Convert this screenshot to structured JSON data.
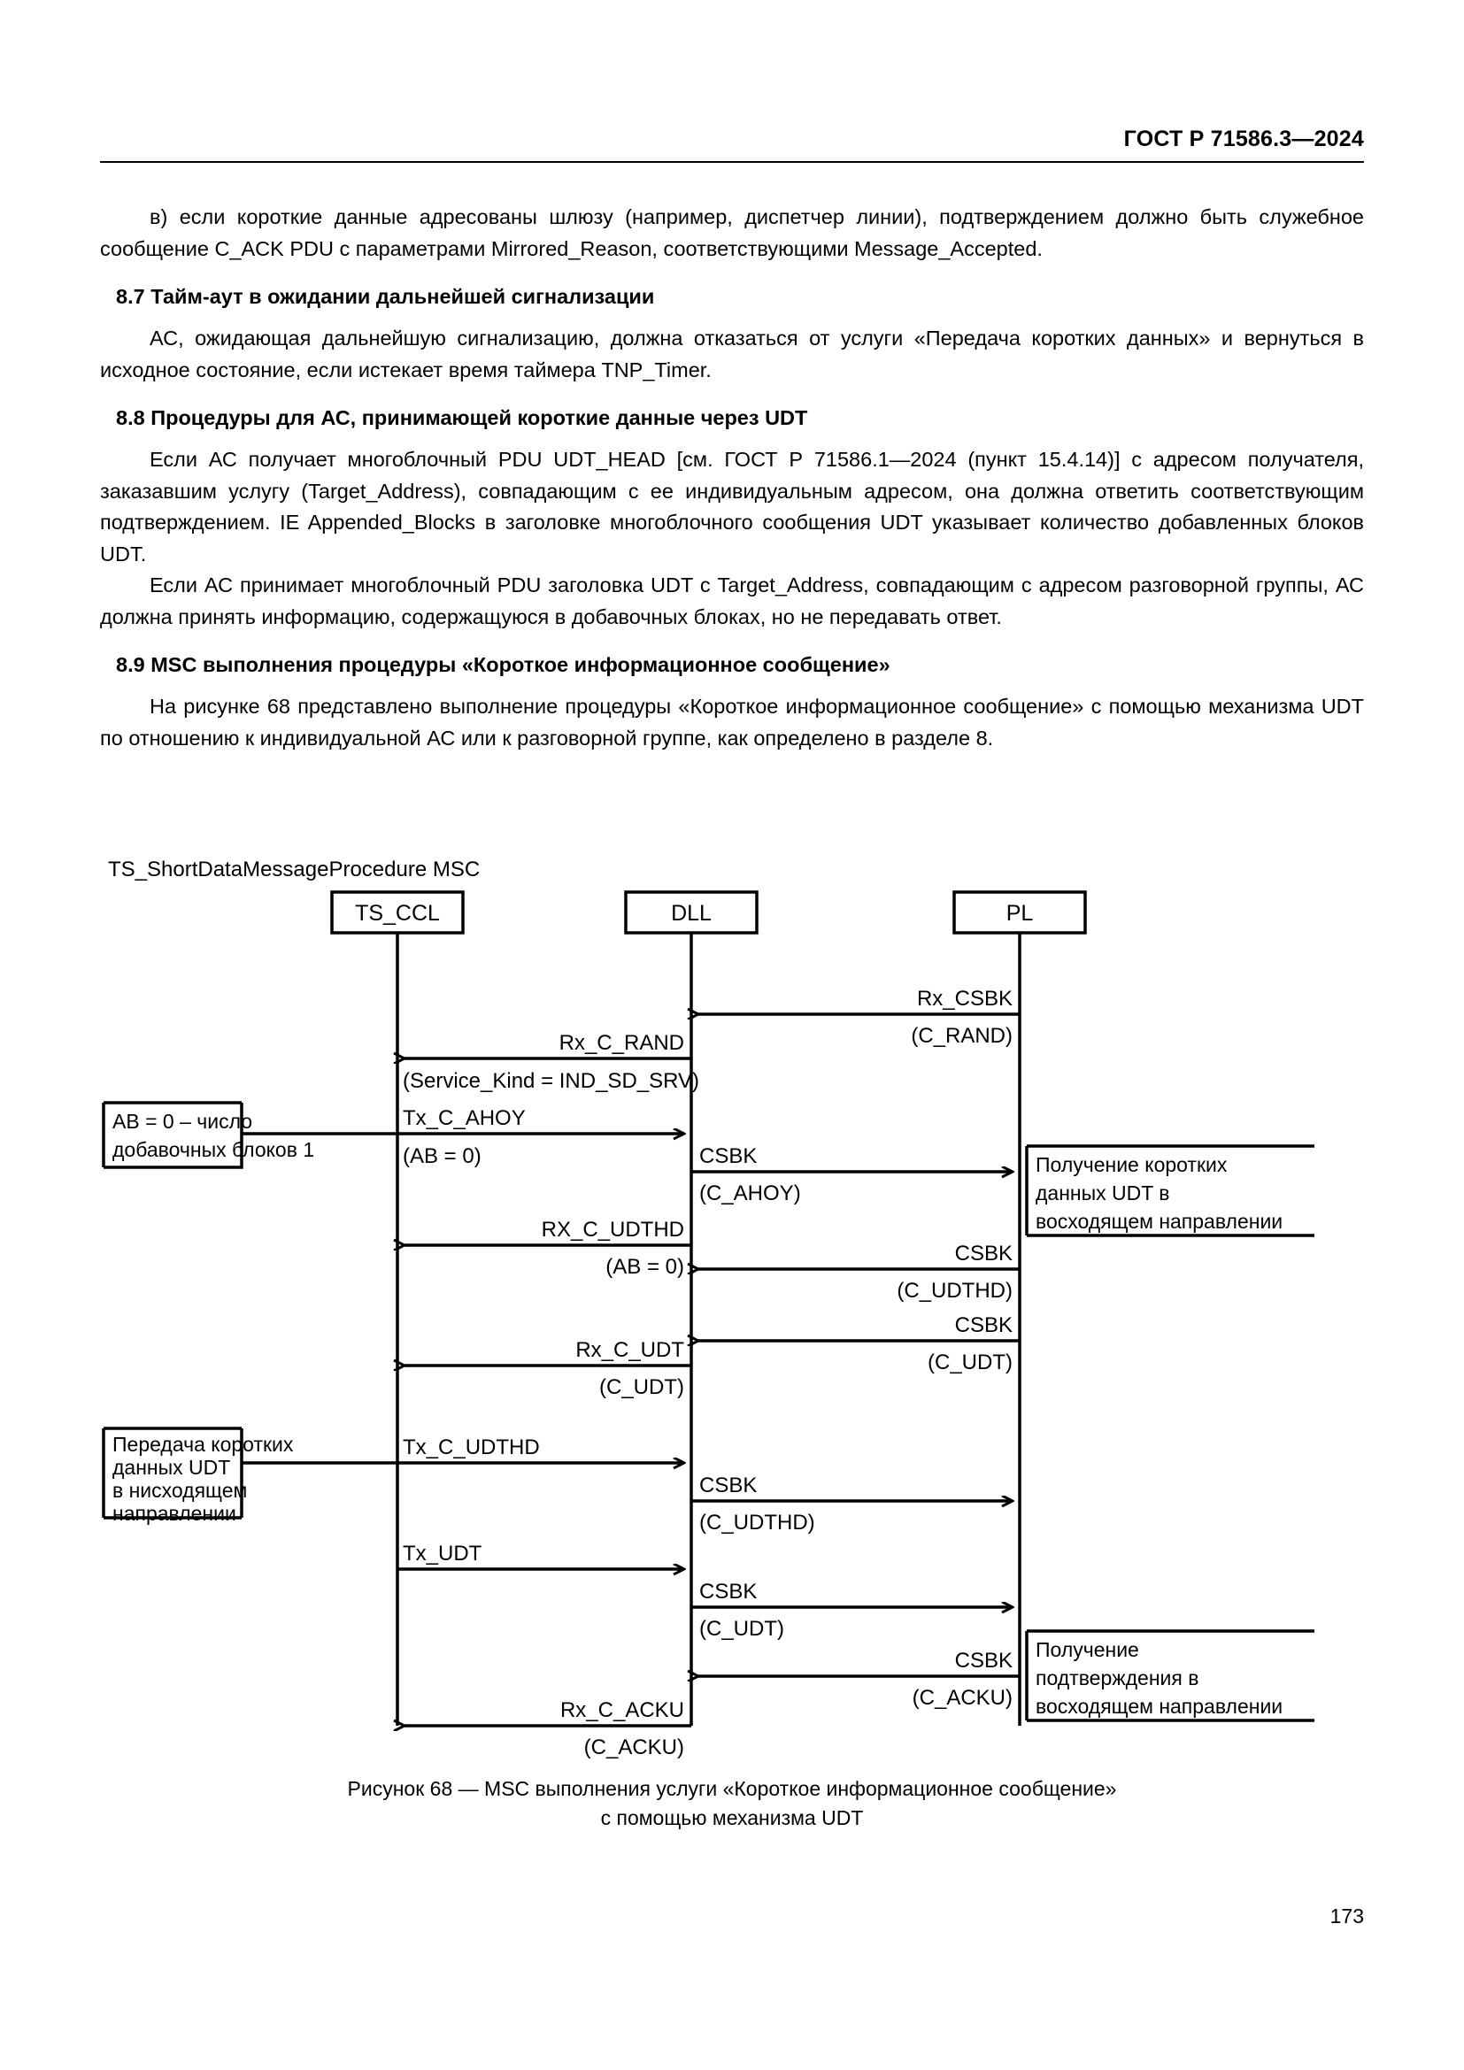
{
  "header": {
    "standard_id": "ГОСТ Р 71586.3—2024"
  },
  "body": {
    "para_v": "в) если короткие данные адресованы шлюзу (например, диспетчер линии), подтверждением должно быть служебное сообщение C_ACK PDU с параметрами Mirrored_Reason, соответствующими Message_Accepted.",
    "heading_8_7": "8.7 Тайм-аут в ожидании дальнейшей сигнализации",
    "para_8_7": "АС, ожидающая дальнейшую сигнализацию, должна отказаться от услуги «Передача коротких данных» и вернуться в исходное состояние, если истекает время таймера TNP_Timer.",
    "heading_8_8": "8.8 Процедуры для АС, принимающей короткие данные через UDT",
    "para_8_8_1": "Если АС получает многоблочный PDU UDT_HEAD [см. ГОСТ Р 71586.1—2024 (пункт 15.4.14)] с адресом получателя, заказавшим услугу (Target_Address), совпадающим с ее индивидуальным адресом, она должна ответить соответствующим подтверждением. IE Appended_Blocks в заголовке многоблочного сообщения UDT указывает количество добавленных блоков UDT.",
    "para_8_8_2": "Если АС принимает многоблочный PDU заголовка UDT с Target_Address, совпадающим с адресом разговорной группы, АС должна принять информацию, содержащуюся в добавочных блоках, но не передавать ответ.",
    "heading_8_9": "8.9 MSC выполнения процедуры «Короткое информационное сообщение»",
    "para_8_9": "На рисунке 68 представлено выполнение процедуры «Короткое информационное сообщение» с помощью механизма UDT по отношению к индивидуальной АС или к разговорной группе, как определено в разделе 8."
  },
  "figure": {
    "diagram_title": "TS_ShortDataMessageProcedure MSC",
    "lifelines": [
      {
        "name": "TS_CCL",
        "label": "TS_CCL"
      },
      {
        "name": "DLL",
        "label": "DLL"
      },
      {
        "name": "PL",
        "label": "PL"
      }
    ],
    "notes": [
      {
        "id": "note-ab",
        "lines": [
          "AB = 0 – число",
          "добавочных блоков 1"
        ]
      },
      {
        "id": "note-rx-udt-uplink",
        "lines": [
          "Получение коротких",
          "данных UDT в",
          "восходящем направлении"
        ]
      },
      {
        "id": "note-tx-udt-downlink",
        "lines": [
          "Передача коротких",
          "данных UDT",
          "в нисходящем",
          "направлении"
        ]
      },
      {
        "id": "note-rx-ack-uplink",
        "lines": [
          "Получение",
          "подтверждения в",
          "восходящем направлении"
        ]
      }
    ],
    "messages": [
      {
        "id": "m1",
        "top_label": "Rx_CSBK",
        "bottom_label": "(C_RAND)",
        "from": "PL",
        "to": "DLL"
      },
      {
        "id": "m2",
        "top_label": "Rx_C_RAND",
        "bottom_label": "(Service_Kind = IND_SD_SRV)",
        "from": "DLL",
        "to": "TS_CCL"
      },
      {
        "id": "m3",
        "top_label": "Tx_C_AHOY",
        "bottom_label": "(AB = 0)",
        "from": "TS_CCL",
        "to": "DLL"
      },
      {
        "id": "m4",
        "top_label": "CSBK",
        "bottom_label": "(C_AHOY)",
        "from": "DLL",
        "to": "PL"
      },
      {
        "id": "m5",
        "top_label": "CSBK",
        "bottom_label": "(C_UDTHD)",
        "from": "PL",
        "to": "DLL"
      },
      {
        "id": "m6",
        "top_label": "RX_C_UDTHD",
        "bottom_label": "(AB = 0)",
        "from": "DLL",
        "to": "TS_CCL"
      },
      {
        "id": "m7",
        "top_label": "CSBK",
        "bottom_label": "(C_UDT)",
        "from": "PL",
        "to": "DLL"
      },
      {
        "id": "m8",
        "top_label": "Rx_C_UDT",
        "bottom_label": "(C_UDT)",
        "from": "DLL",
        "to": "TS_CCL"
      },
      {
        "id": "m9",
        "top_label": "Tx_C_UDTHD",
        "bottom_label": "",
        "from": "TS_CCL",
        "to": "DLL"
      },
      {
        "id": "m10",
        "top_label": "CSBK",
        "bottom_label": "(C_UDTHD)",
        "from": "DLL",
        "to": "PL"
      },
      {
        "id": "m11",
        "top_label": "Tx_UDT",
        "bottom_label": "",
        "from": "TS_CCL",
        "to": "DLL"
      },
      {
        "id": "m12",
        "top_label": "CSBK",
        "bottom_label": "(C_UDT)",
        "from": "DLL",
        "to": "PL"
      },
      {
        "id": "m13",
        "top_label": "CSBK",
        "bottom_label": "(C_ACKU)",
        "from": "PL",
        "to": "DLL"
      },
      {
        "id": "m14",
        "top_label": "Rx_C_ACKU",
        "bottom_label": "(C_ACKU)",
        "from": "DLL",
        "to": "TS_CCL"
      }
    ],
    "caption_line1": "Рисунок 68 — MSC выполнения услуги «Короткое информационное сообщение»",
    "caption_line2": "с помощью механизма UDT"
  },
  "footer": {
    "page_number": "173"
  },
  "colors": {
    "ink": "#000000",
    "paper": "#ffffff"
  }
}
